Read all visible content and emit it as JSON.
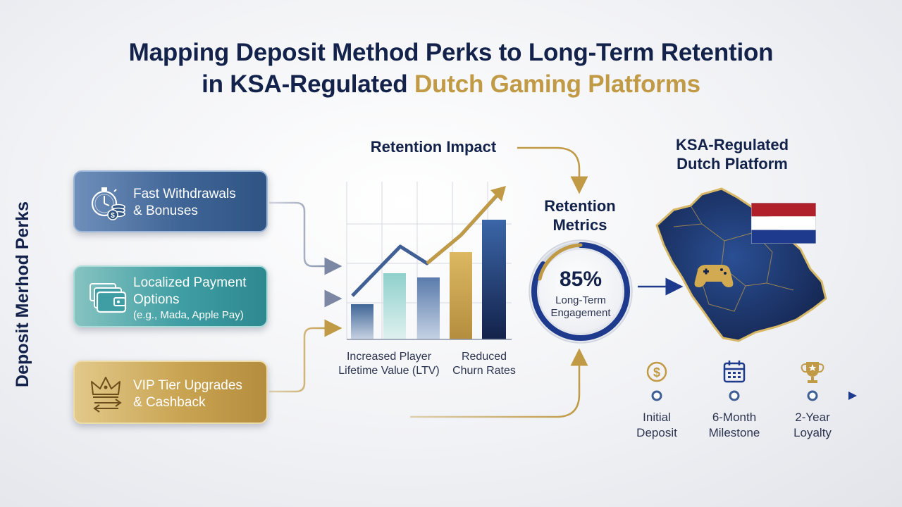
{
  "title": {
    "line1": "Mapping Deposit Method Perks to Long-Term Retention",
    "line2_prefix": "in KSA-Regulated ",
    "line2_highlight": "Dutch Gaming Platforms"
  },
  "side_label": "Deposit Merhod Perks",
  "perks": [
    {
      "line1": "Fast Withdrawals",
      "line2": "& Bonuses",
      "icon": "stopwatch-coins-icon"
    },
    {
      "line1": "Localized Payment",
      "line2": "Options",
      "line3": "(e.g., Mada, Apple Pay)",
      "icon": "wallet-cards-icon"
    },
    {
      "line1": "VIP Tier Upgrades",
      "line2": "& Cashback",
      "icon": "crown-arrows-icon"
    }
  ],
  "retention_impact": {
    "title": "Retention Impact",
    "caption_left": [
      "Increased Player",
      "Lifetime Value (LTV)"
    ],
    "caption_right": [
      "Reduced",
      "Churn Rates"
    ]
  },
  "retention_metrics": {
    "title": [
      "Retention",
      "Metrics"
    ],
    "value": "85%",
    "value_fraction": 0.85,
    "label": [
      "Long-Term",
      "Engagement"
    ]
  },
  "platform": {
    "title": [
      "KSA-Regulated",
      "Dutch Platform"
    ],
    "flag_colors": [
      "#b0202a",
      "#ffffff",
      "#1d3a8c"
    ],
    "icon": "gamepad-icon"
  },
  "timeline": [
    {
      "label": [
        "Initial",
        "Deposit"
      ],
      "icon": "dollar-coin-icon"
    },
    {
      "label": [
        "6-Month",
        "Milestone"
      ],
      "icon": "calendar-icon"
    },
    {
      "label": [
        "2-Year",
        "Loyalty"
      ],
      "icon": "trophy-icon"
    }
  ],
  "colors": {
    "navy": "#13224a",
    "gold": "#c19a46",
    "teal": "#3f9ea3",
    "blue": "#3f6596"
  }
}
